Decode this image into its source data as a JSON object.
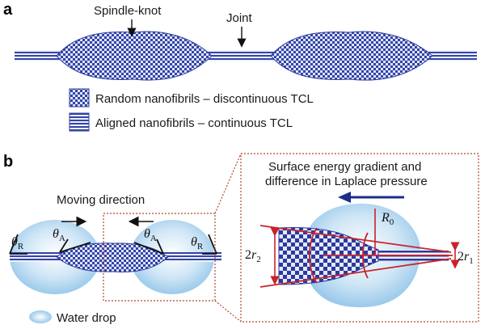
{
  "panel_a": {
    "label": "a",
    "callouts": {
      "spindle_knot": "Spindle-knot",
      "joint": "Joint"
    },
    "legend": [
      {
        "key": "random",
        "text": "Random nanofibrils – discontinuous TCL",
        "pattern": "checker"
      },
      {
        "key": "aligned",
        "text": "Aligned nanofibrils – continuous TCL",
        "pattern": "stripes"
      }
    ]
  },
  "panel_b": {
    "label": "b",
    "moving_direction": "Moving direction",
    "angles": {
      "theta_r": {
        "main": "θ",
        "sub": "R"
      },
      "theta_a": {
        "main": "θ",
        "sub": "A"
      }
    },
    "water_drop": "Water drop",
    "zoom": {
      "title_line1": "Surface energy gradient and",
      "title_line2": "difference in Laplace pressure",
      "r0": {
        "main": "R",
        "sub": "0"
      },
      "r2": {
        "prefix": "2",
        "main": "r",
        "sub": "2"
      },
      "r1": {
        "prefix": "2",
        "main": "r",
        "sub": "1"
      }
    }
  },
  "colors": {
    "fibre_blue": "#2f3f9e",
    "fibre_light": "#dfe4f6",
    "drop_blue": "#a9d3ee",
    "arrow_navy": "#1c2f86",
    "guide_red": "#c8232c"
  }
}
